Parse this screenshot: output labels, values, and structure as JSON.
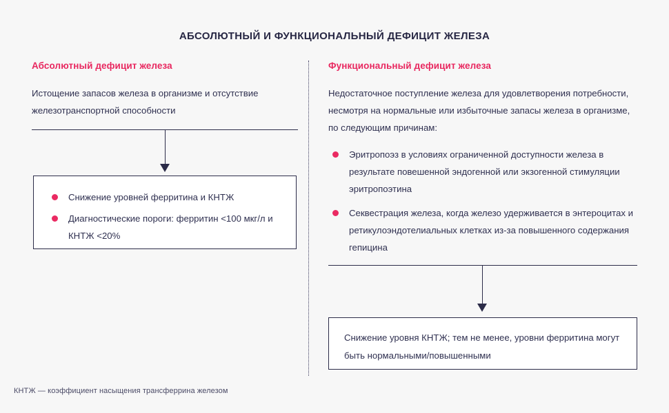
{
  "title": "АБСОЛЮТНЫЙ И ФУНКЦИОНАЛЬНЫЙ ДЕФИЦИТ ЖЕЛЕЗА",
  "colors": {
    "background": "#f7f7f7",
    "heading_accent": "#e8275f",
    "bullet": "#ea2a62",
    "line": "#2b2b48",
    "text": "#2f3050",
    "box_fill": "#ffffff"
  },
  "left_column": {
    "heading": "Абсолютный дефицит железа",
    "intro": "Истощение запасов железа в организме и отсутствие железотранспортной способности",
    "outcome_box": {
      "bullets": [
        "Снижение уровней ферритина и КНТЖ",
        "Диагностические пороги: ферритин <100 мкг/л и КНТЖ <20%"
      ]
    }
  },
  "right_column": {
    "heading": "Функциональный дефицит железа",
    "intro": "Недостаточное поступление железа для удовлетворения потребности, несмотря на нормальные или избыточные запасы железа в организме, по следующим причинам:",
    "bullets": [
      "Эритропоэз в условиях ограниченной доступности железа в результате повешенной эндогенной или экзогенной стимуляции эритропоэтина",
      "Секвестрация железа, когда железо удерживается в энтероцитах и ретикулоэндотелиальных клетках из-за повышенного содержания гепицина"
    ],
    "outcome_box": {
      "text": "Снижение уровня КНТЖ; тем не менее, уровни ферритина могут быть нормальными/повышенными"
    }
  },
  "footnote": "КНТЖ — коэффициент насыщения трансферрина железом"
}
